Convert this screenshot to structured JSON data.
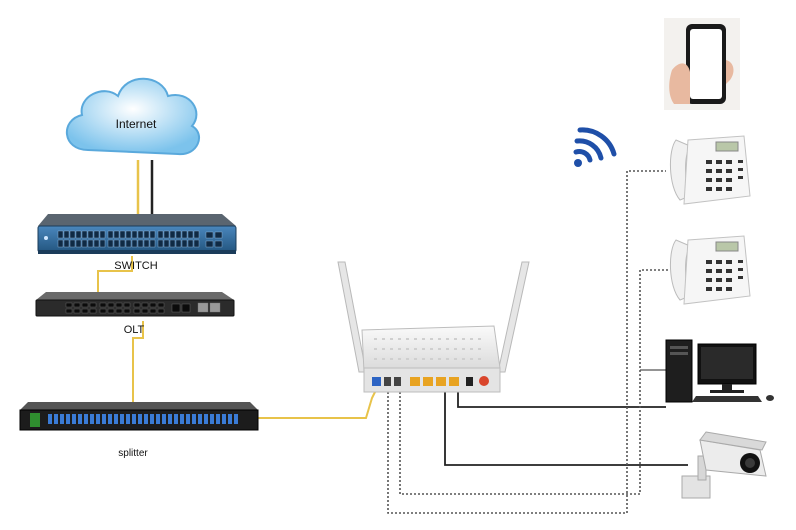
{
  "labels": {
    "internet": "Internet",
    "switch": "SWITCH",
    "olt": "OLT",
    "splitter": "splitter"
  },
  "icons": {
    "cloud": "cloud-icon",
    "switch": "network-switch-icon",
    "olt": "olt-device-icon",
    "splitter": "fiber-splitter-icon",
    "router": "onu-router-icon",
    "wifi": "wifi-signal-icon",
    "phone": "smartphone-icon",
    "telephone": "desk-telephone-icon",
    "computer": "desktop-computer-icon",
    "camera": "cctv-camera-icon"
  },
  "colors": {
    "fiber": "#e8c34a",
    "ethernet": "#222222",
    "phone_line": "#555555",
    "cloud": "#7cc3ec",
    "switch_body": "#2f6fa7",
    "wifi": "#1f4fa8"
  }
}
